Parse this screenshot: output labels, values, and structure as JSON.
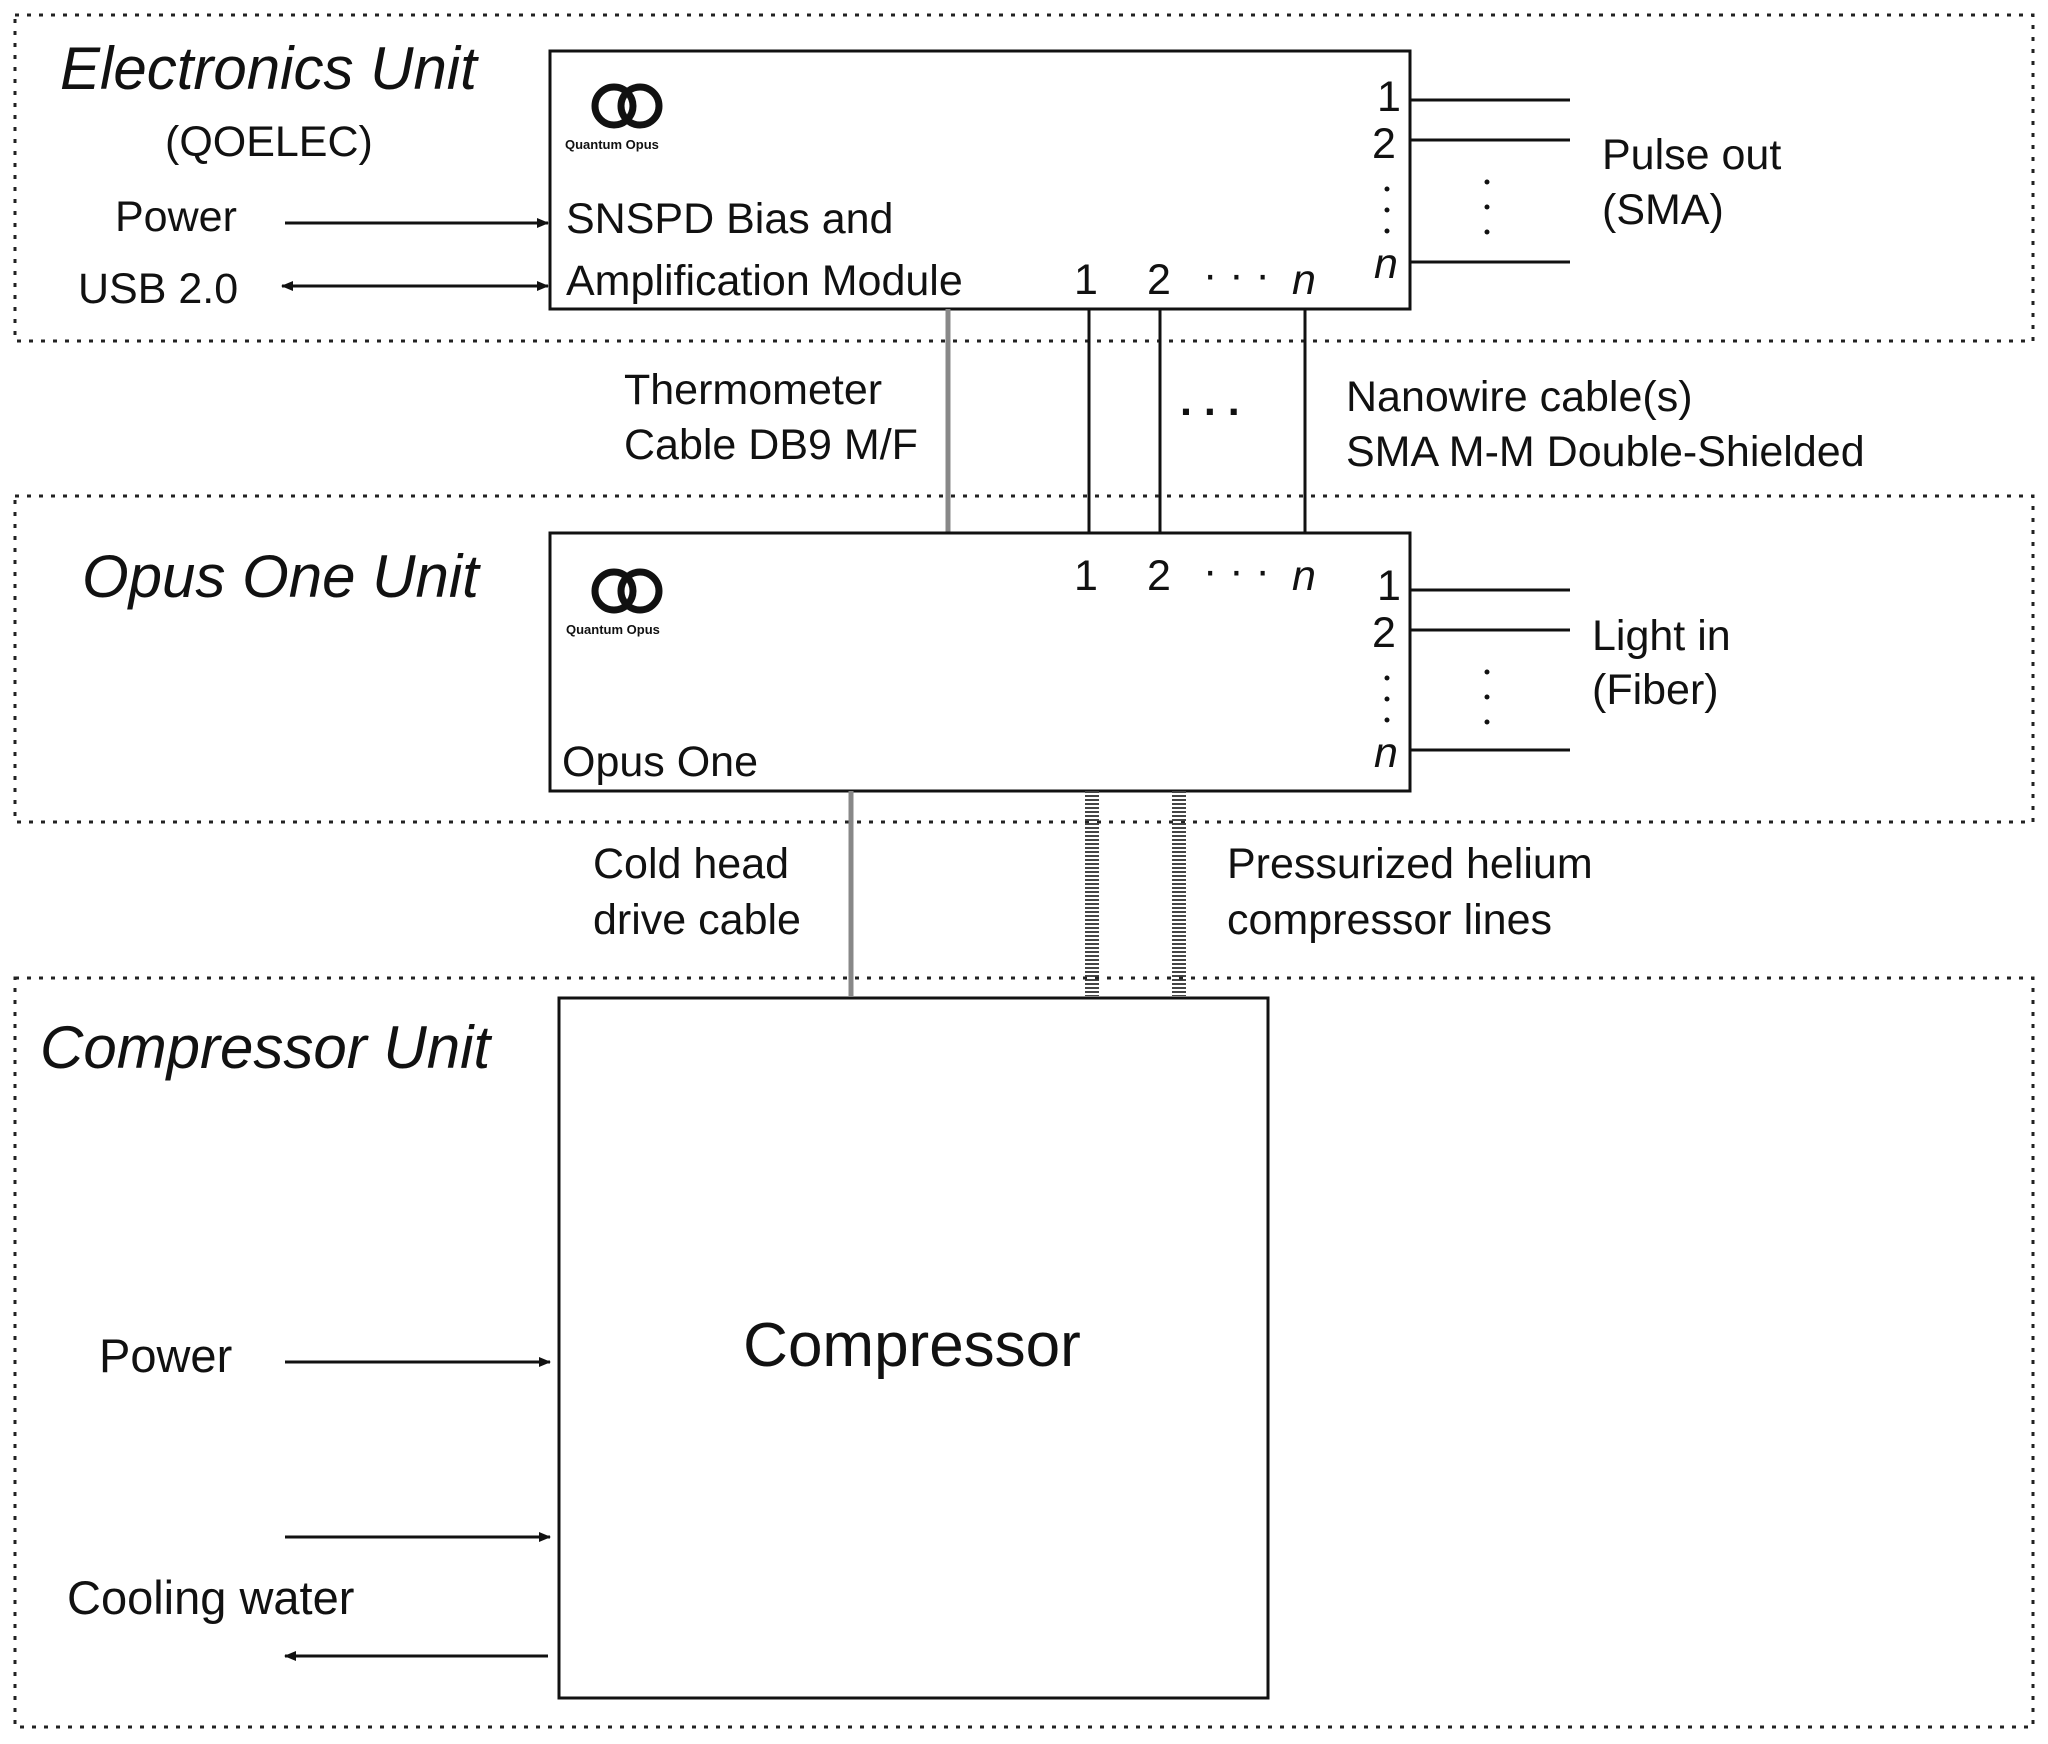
{
  "electronics_unit": {
    "title": "Electronics Unit",
    "subtitle": "(QOELEC)",
    "module_line1": "SNSPD Bias and",
    "module_line2": "Amplification Module",
    "logo_text": "Quantum Opus",
    "inputs": {
      "power": "Power",
      "usb": "USB 2.0"
    },
    "outputs": {
      "line1": "Pulse out",
      "line2": "(SMA)"
    },
    "channels": {
      "c1": "1",
      "c2": "2",
      "dots": "· · ·",
      "cn": "n"
    },
    "ports": {
      "p1": "1",
      "p2": "2",
      "dots": "·\n·\n·",
      "pn": "n"
    }
  },
  "inter_cables_top": {
    "thermo_line1": "Thermometer",
    "thermo_line2": "Cable DB9 M/F",
    "dots": ". . .",
    "nano_line1": "Nanowire cable(s)",
    "nano_line2": "SMA M-M Double-Shielded"
  },
  "opus_unit": {
    "title": "Opus One Unit",
    "module_label": "Opus One",
    "logo_text": "Quantum Opus",
    "channels": {
      "c1": "1",
      "c2": "2",
      "dots": "· · ·",
      "cn": "n"
    },
    "ports": {
      "p1": "1",
      "p2": "2",
      "pn": "n"
    },
    "inputs": {
      "line1": "Light in",
      "line2": "(Fiber)"
    }
  },
  "inter_cables_bottom": {
    "cold_line1": "Cold head",
    "cold_line2": "drive cable",
    "helium_line1": "Pressurized helium",
    "helium_line2": "compressor lines"
  },
  "compressor_unit": {
    "title": "Compressor Unit",
    "box_label": "Compressor",
    "power": "Power",
    "cooling": "Cooling water"
  }
}
